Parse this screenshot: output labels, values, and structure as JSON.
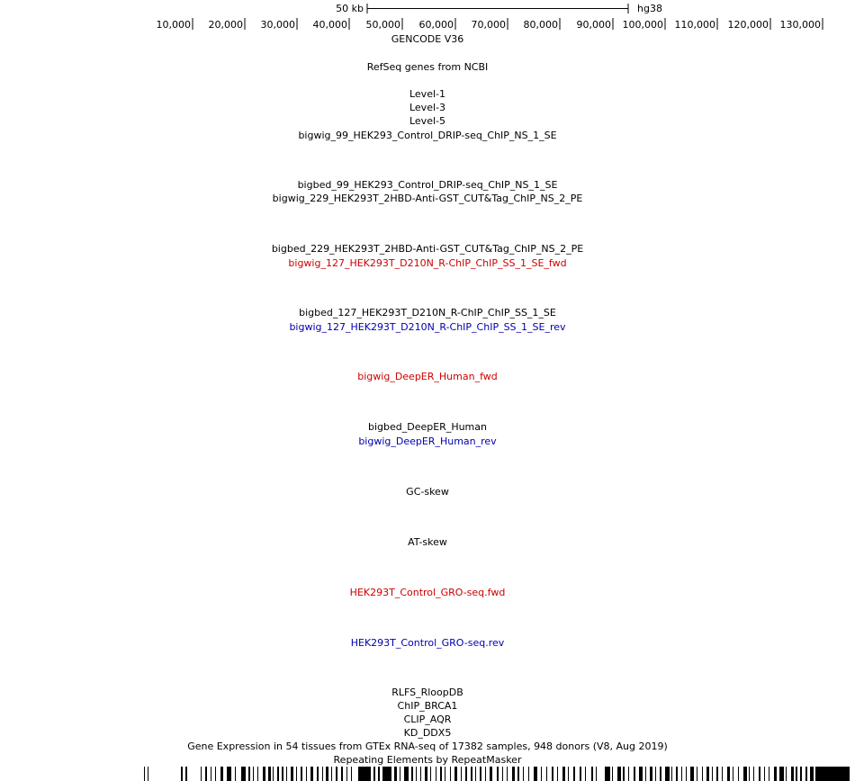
{
  "scale_bar": {
    "label": "50 kb",
    "assembly": "hg38"
  },
  "ruler": {
    "ticks": [
      "10,000",
      "20,000",
      "30,000",
      "40,000",
      "50,000",
      "60,000",
      "70,000",
      "80,000",
      "90,000",
      "100,000",
      "110,000",
      "120,000",
      "130,000"
    ]
  },
  "colors": {
    "text_black": "#000000",
    "track_red": "#cc0000",
    "track_blue": "#0000b0",
    "background": "#ffffff"
  },
  "tracks": [
    {
      "label": "GENCODE V36",
      "color": "#000000"
    },
    {
      "label": "RefSeq genes from NCBI",
      "color": "#000000"
    },
    {
      "label": "Level-1",
      "color": "#000000"
    },
    {
      "label": "Level-3",
      "color": "#000000"
    },
    {
      "label": "Level-5",
      "color": "#000000"
    },
    {
      "label": "bigwig_99_HEK293_Control_DRIP-seq_ChIP_NS_1_SE",
      "color": "#000000"
    },
    {
      "label": "bigbed_99_HEK293_Control_DRIP-seq_ChIP_NS_1_SE",
      "color": "#000000"
    },
    {
      "label": "bigwig_229_HEK293T_2HBD-Anti-GST_CUT&Tag_ChIP_NS_2_PE",
      "color": "#000000"
    },
    {
      "label": "bigbed_229_HEK293T_2HBD-Anti-GST_CUT&Tag_ChIP_NS_2_PE",
      "color": "#000000"
    },
    {
      "label": "bigwig_127_HEK293T_D210N_R-ChIP_ChIP_SS_1_SE_fwd",
      "color": "#cc0000"
    },
    {
      "label": "bigbed_127_HEK293T_D210N_R-ChIP_ChIP_SS_1_SE",
      "color": "#000000"
    },
    {
      "label": "bigwig_127_HEK293T_D210N_R-ChIP_ChIP_SS_1_SE_rev",
      "color": "#0000b0"
    },
    {
      "label": "bigwig_DeepER_Human_fwd",
      "color": "#cc0000"
    },
    {
      "label": "bigbed_DeepER_Human",
      "color": "#000000"
    },
    {
      "label": "bigwig_DeepER_Human_rev",
      "color": "#0000b0"
    },
    {
      "label": "GC-skew",
      "color": "#000000"
    },
    {
      "label": "AT-skew",
      "color": "#000000"
    },
    {
      "label": "HEK293T_Control_GRO-seq.fwd",
      "color": "#cc0000"
    },
    {
      "label": "HEK293T_Control_GRO-seq.rev",
      "color": "#0000b0"
    },
    {
      "label": "RLFS_RloopDB",
      "color": "#000000"
    },
    {
      "label": "ChIP_BRCA1",
      "color": "#000000"
    },
    {
      "label": "CLIP_AQR",
      "color": "#000000"
    },
    {
      "label": "KD_DDX5",
      "color": "#000000"
    },
    {
      "label": "Gene Expression in 54 tissues from GTEx RNA-seq of 17382 samples, 948 donors (V8, Aug 2019)",
      "color": "#000000"
    },
    {
      "label": "Repeating Elements by RepeatMasker",
      "color": "#000000"
    }
  ]
}
